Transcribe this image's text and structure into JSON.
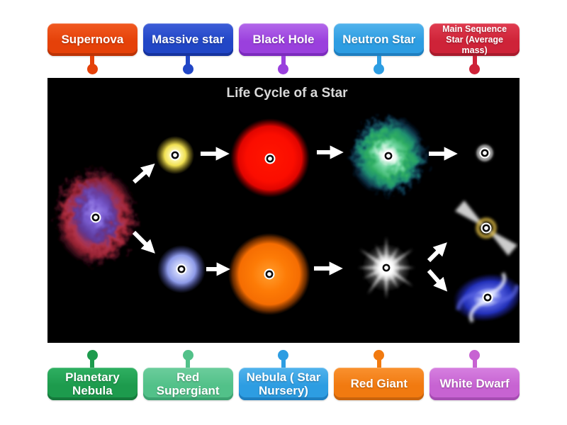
{
  "page": {
    "background": "#ffffff"
  },
  "diagram": {
    "title": "Life Cycle of a Star",
    "background": "#000000",
    "title_color": "#d9d9d9",
    "marker_count": 10
  },
  "labels": {
    "top": [
      {
        "text": "Supernova",
        "color": "#e54109",
        "color_light": "#f15a21",
        "color_dark": "#bc3306"
      },
      {
        "text": "Massive star",
        "color": "#2146c6",
        "color_light": "#3e5ed8",
        "color_dark": "#16339e"
      },
      {
        "text": "Black Hole",
        "color": "#9a40dd",
        "color_light": "#b368ea",
        "color_dark": "#7c2bbd"
      },
      {
        "text": "Neutron Star",
        "color": "#2d9de2",
        "color_light": "#52b3ec",
        "color_dark": "#1f7fc0"
      },
      {
        "text": "Main Sequence Star (Average mass)",
        "color": "#ce2338",
        "color_light": "#e03c50",
        "color_dark": "#a81b2c"
      }
    ],
    "bottom": [
      {
        "text": "Planetary Nebula",
        "color": "#1d9b4d",
        "color_light": "#2fb062",
        "color_dark": "#15793b"
      },
      {
        "text": "Red Supergiant",
        "color": "#52c189",
        "color_light": "#6ccd9c",
        "color_dark": "#3da271"
      },
      {
        "text": "Nebula ( Star Nursery)",
        "color": "#2d9de2",
        "color_light": "#52b3ec",
        "color_dark": "#1f7fc0"
      },
      {
        "text": "Red Giant",
        "color": "#f17a10",
        "color_light": "#f9912f",
        "color_dark": "#c9630c"
      },
      {
        "text": "White Dwarf",
        "color": "#c763d2",
        "color_light": "#d680e0",
        "color_dark": "#a64cb2"
      }
    ]
  }
}
